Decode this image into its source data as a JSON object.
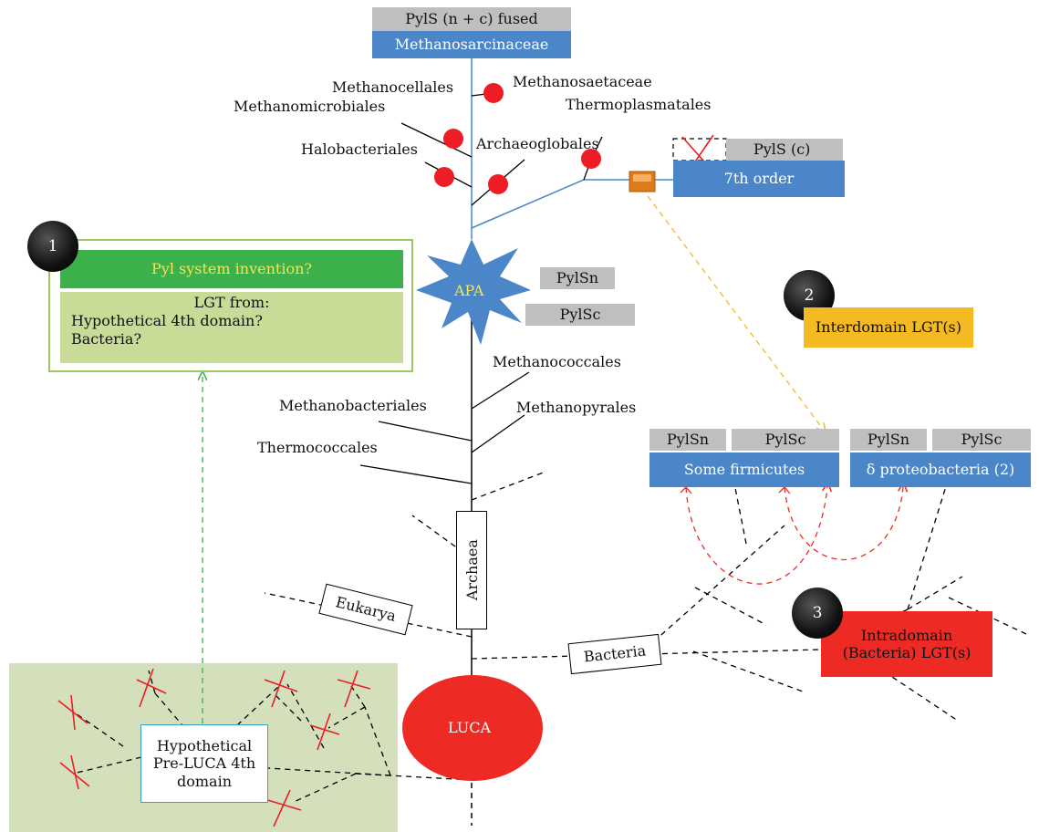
{
  "top": {
    "pyls_fused": "PylS (n + c) fused",
    "methanosarcinaceae": "Methanosarcinaceae"
  },
  "orders": {
    "methanosaetaceae": "Methanosaetaceae",
    "methanocellales": "Methanocellales",
    "methanomicrobiales": "Methanomicrobiales",
    "thermoplasmatales": "Thermoplasmatales",
    "halobacteriales": "Halobacteriales",
    "archaeoglobales": "Archaeoglobales",
    "methanococcales": "Methanococcales",
    "methanobacteriales": "Methanobacteriales",
    "methanopyrales": "Methanopyrales",
    "thermococcales": "Thermococcales"
  },
  "seventh": {
    "pyls_c": "PylS (c)",
    "label": "7th order"
  },
  "apa": {
    "label": "APA",
    "pylsn": "PylSn",
    "pylsc": "PylSc"
  },
  "box1": {
    "number": "1",
    "title": "Pyl system invention?",
    "line1": "LGT from:",
    "line2": "Hypothetical 4th domain?",
    "line3": "Bacteria?"
  },
  "box2": {
    "number": "2",
    "label": "Interdomain LGT(s)"
  },
  "box3": {
    "number": "3",
    "label": "Intradomain (Bacteria) LGT(s)"
  },
  "firmicutes": {
    "pylsn": "PylSn",
    "pylsc": "PylSc",
    "label": "Some firmicutes"
  },
  "delta": {
    "pylsn": "PylSn",
    "pylsc": "PylSc",
    "label": "δ  proteobacteria (2)"
  },
  "domains": {
    "archaea": "Archaea",
    "eukarya": "Eukarya",
    "bacteria": "Bacteria",
    "luca": "LUCA"
  },
  "prelucа": {},
  "preluca": {
    "label": "Hypothetical Pre-LUCA 4th domain"
  },
  "colors": {
    "blue": "#4a86c8",
    "grey": "#bfbfbf",
    "green_dark": "#3cb04a",
    "green_light": "#c8dc98",
    "green_bg": "#d4e0bc",
    "orange": "#f5b921",
    "red": "#ee2a24",
    "red_dot": "#ee1c24"
  }
}
